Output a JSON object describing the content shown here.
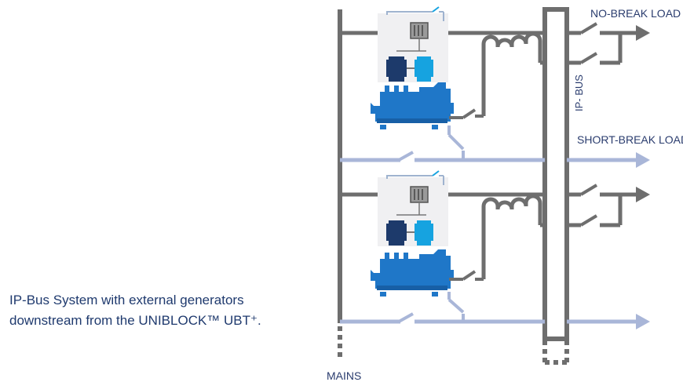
{
  "caption": {
    "line1": "IP-Bus System with external generators",
    "line2": "downstream from the UNIBLOCK™ UBT⁺."
  },
  "labels": {
    "no_break_load": "NO-BREAK LOAD",
    "short_break_load": "SHORT-BREAK LOAD",
    "ip_bus": "IP- BUS",
    "mains": "MAINS"
  },
  "colors": {
    "bus_gray": "#6e6e6e",
    "short_break_line": "#a9b6d8",
    "text_navy": "#1f3a6e",
    "engine_blue": "#1f77c8",
    "motor_navy": "#1d3a6b",
    "motor_cyan": "#16a3e0",
    "ups_panel": "#f0f0f2"
  },
  "icons": {
    "engine": "diesel-engine-icon",
    "motor_generator": "motor-generator-icon",
    "clutch": "clutch-icon",
    "choke": "choke-coil-icon"
  }
}
